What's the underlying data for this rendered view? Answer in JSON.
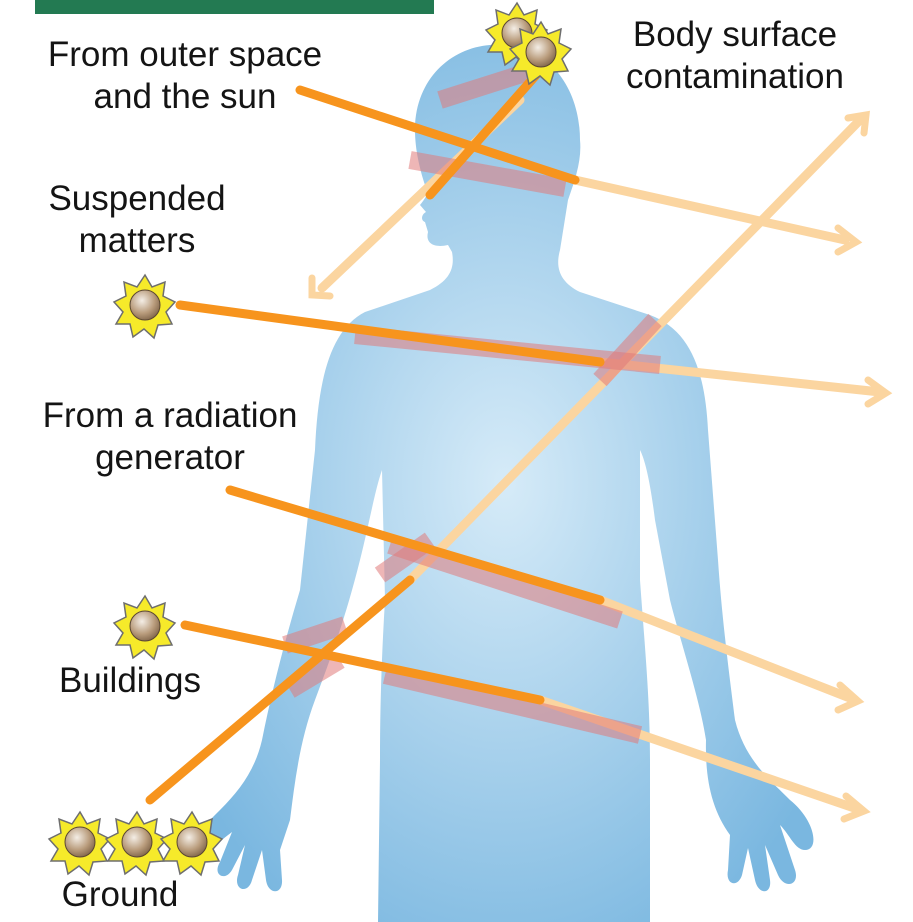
{
  "header": {
    "color": "#237a52"
  },
  "labels": {
    "outer_space_line1": "From outer space",
    "outer_space_line2": "and the sun",
    "body_surface_line1": "Body surface",
    "body_surface_line2": "contamination",
    "suspended_line1": "Suspended",
    "suspended_line2": "matters",
    "generator_line1": "From a radiation",
    "generator_line2": "generator",
    "buildings": "Buildings",
    "ground": "Ground"
  },
  "colors": {
    "body": "#7ab7e0",
    "body_light": "#cfe6f6",
    "ray": "#f7941d",
    "ray_faded": "#fbd5a0",
    "absorption": "#e07a7a",
    "source_star": "#f6ea2a",
    "source_center": "#a88a6a"
  },
  "icons": {
    "source": "radioactive-source-icon",
    "arrowhead": "arrowhead-icon"
  }
}
